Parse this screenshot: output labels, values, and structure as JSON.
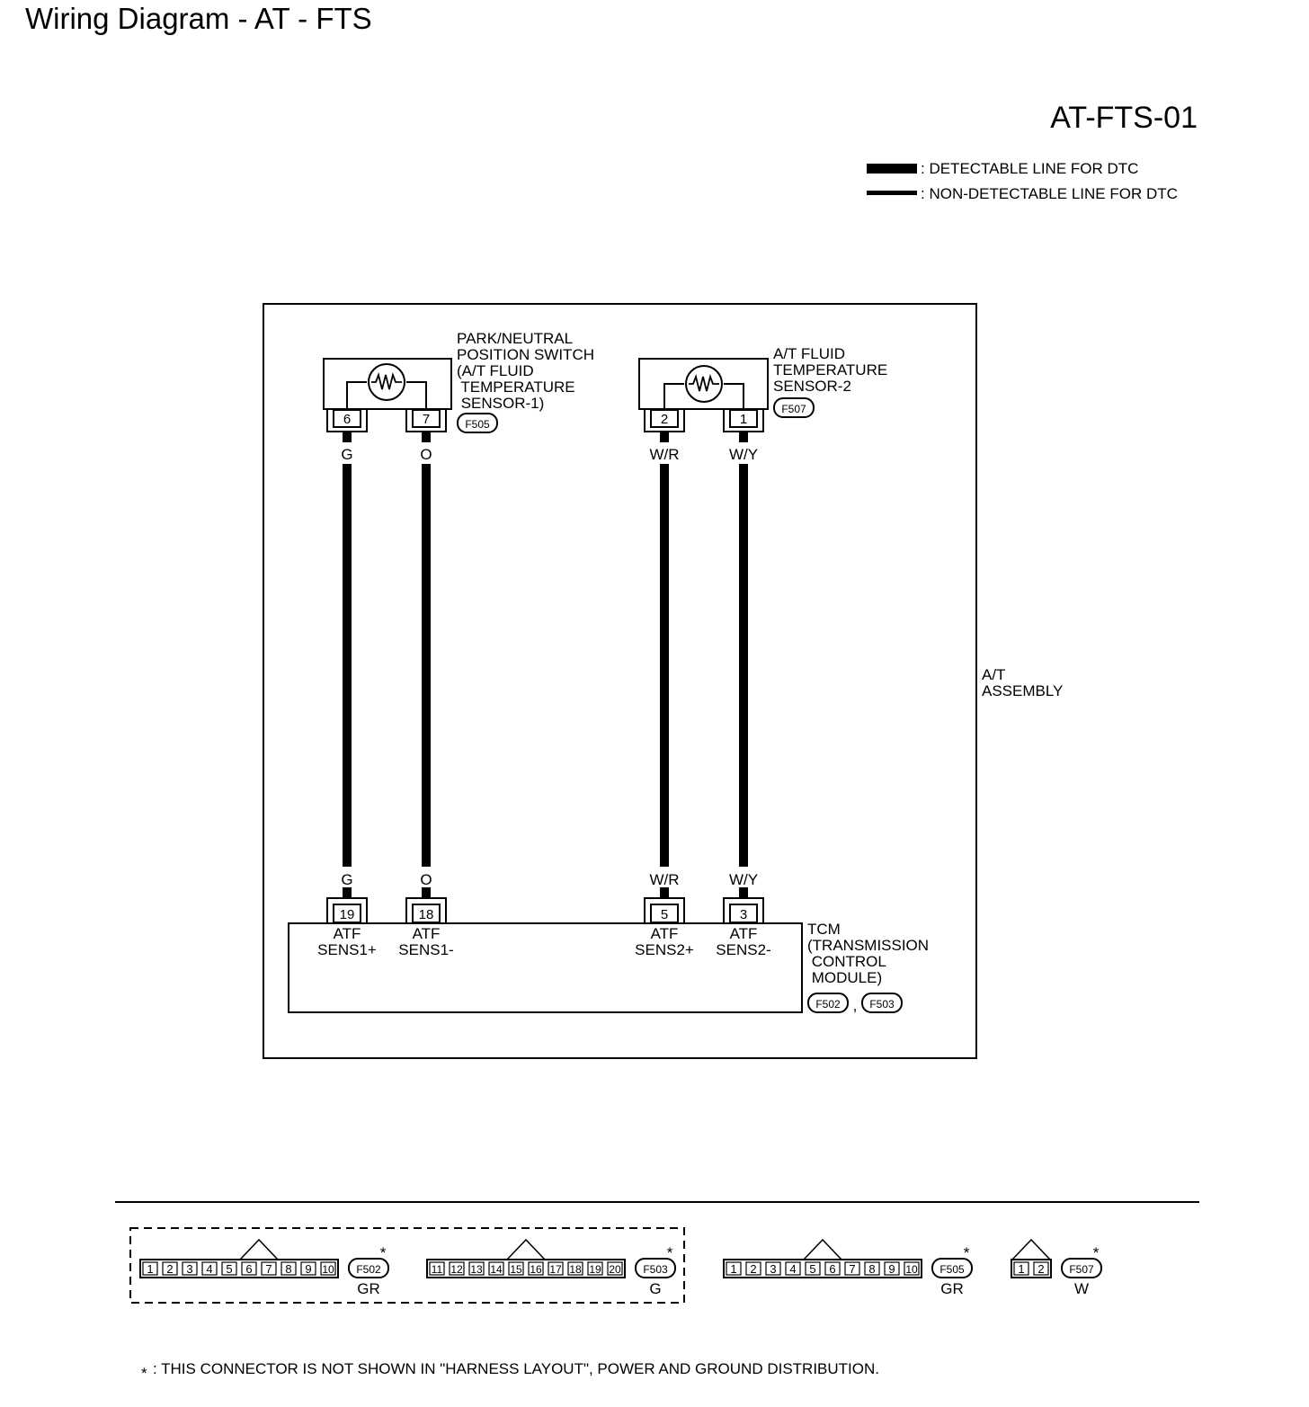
{
  "header": {
    "title": "Wiring Diagram - AT - FTS",
    "page_code": "AT-FTS-01"
  },
  "legend": {
    "detectable": ": DETECTABLE LINE FOR DTC",
    "non_detectable": ": NON-DETECTABLE LINE FOR DTC"
  },
  "assembly_label": [
    "A/T",
    "ASSEMBLY"
  ],
  "sensor1": {
    "label": [
      "PARK/NEUTRAL",
      "POSITION SWITCH",
      "(A/T FLUID",
      " TEMPERATURE",
      " SENSOR-1)"
    ],
    "connector": "F505",
    "pins": [
      "6",
      "7"
    ]
  },
  "sensor2": {
    "label": [
      "A/T FLUID",
      "TEMPERATURE",
      "SENSOR-2"
    ],
    "connector": "F507",
    "pins": [
      "2",
      "1"
    ]
  },
  "wires": [
    {
      "color": "G",
      "from_pin": "6",
      "to_pin": "19",
      "tcm_label": [
        "ATF",
        "SENS1+"
      ]
    },
    {
      "color": "O",
      "from_pin": "7",
      "to_pin": "18",
      "tcm_label": [
        "ATF",
        "SENS1-"
      ]
    },
    {
      "color": "W/R",
      "from_pin": "2",
      "to_pin": "5",
      "tcm_label": [
        "ATF",
        "SENS2+"
      ]
    },
    {
      "color": "W/Y",
      "from_pin": "1",
      "to_pin": "3",
      "tcm_label": [
        "ATF",
        "SENS2-"
      ]
    }
  ],
  "tcm": {
    "label": [
      "TCM",
      "(TRANSMISSION",
      " CONTROL",
      " MODULE)"
    ],
    "connectors": [
      "F502",
      "F503"
    ],
    "separator": ","
  },
  "connector_views": [
    {
      "code": "F502",
      "color": "GR",
      "pins": [
        "1",
        "2",
        "3",
        "4",
        "5",
        "6",
        "7",
        "8",
        "9",
        "10"
      ],
      "star": "*"
    },
    {
      "code": "F503",
      "color": "G",
      "pins": [
        "11",
        "12",
        "13",
        "14",
        "15",
        "16",
        "17",
        "18",
        "19",
        "20"
      ],
      "star": "*"
    },
    {
      "code": "F505",
      "color": "GR",
      "pins": [
        "1",
        "2",
        "3",
        "4",
        "5",
        "6",
        "7",
        "8",
        "9",
        "10"
      ],
      "star": "*"
    },
    {
      "code": "F507",
      "color": "W",
      "pins": [
        "1",
        "2"
      ],
      "star": "*"
    }
  ],
  "footnote": {
    "star": "*",
    "text": ": THIS CONNECTOR IS NOT SHOWN IN \"HARNESS LAYOUT\",  POWER AND GROUND DISTRIBUTION."
  }
}
